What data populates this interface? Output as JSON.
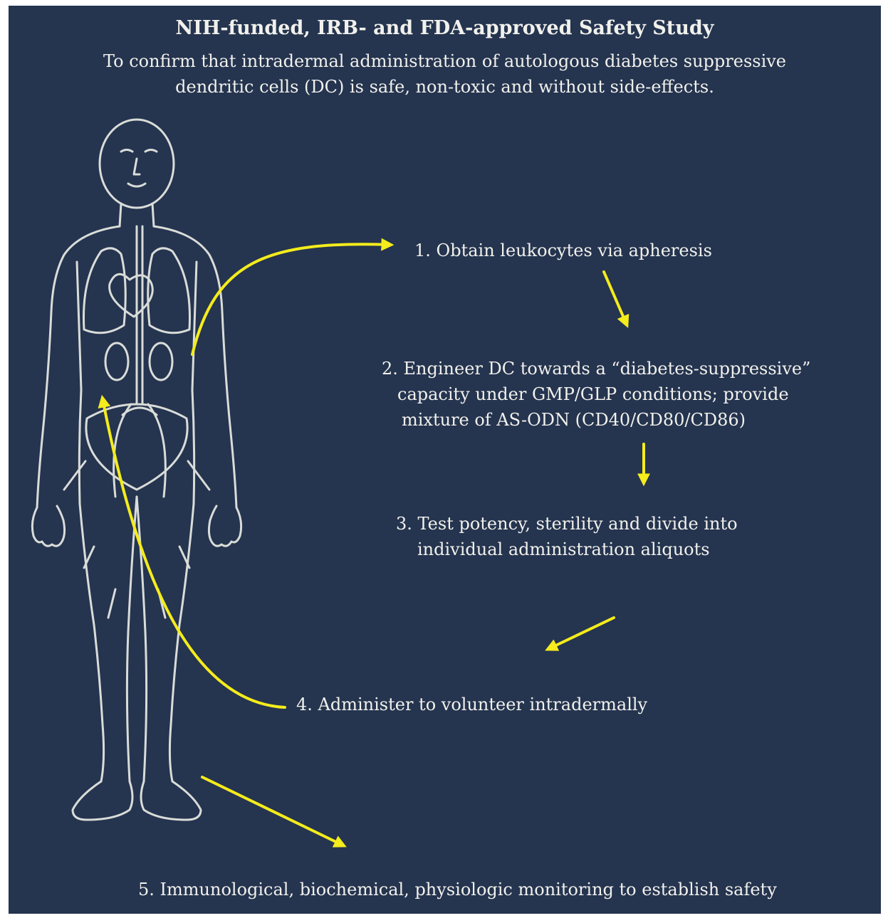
{
  "header": {
    "title": "NIH-funded, IRB- and FDA-approved Safety Study",
    "subtitle_line1": "To confirm that intradermal administration of autologous diabetes suppressive",
    "subtitle_line2": "dendritic cells (DC) is safe, non-toxic and without side-effects."
  },
  "steps": [
    {
      "lines": [
        "1. Obtain leukocytes via apheresis"
      ]
    },
    {
      "lines": [
        "2. Engineer DC towards a “diabetes-suppressive”",
        "capacity under GMP/GLP conditions; provide",
        "mixture of AS-ODN (CD40/CD80/CD86)"
      ]
    },
    {
      "lines": [
        "3. Test potency, sterility and divide into",
        "individual administration aliquots"
      ]
    },
    {
      "lines": [
        "4. Administer to volunteer intradermally"
      ]
    },
    {
      "lines": [
        "5. Immunological, biochemical, physiologic monitoring to establish safety"
      ]
    }
  ],
  "figure": {
    "icon": "human-anatomy-illustration"
  },
  "colors": {
    "background": "#25344f",
    "text": "#f1f1ec",
    "arrow": "#f4ec1c",
    "figure_line": "#d9dcd8"
  }
}
